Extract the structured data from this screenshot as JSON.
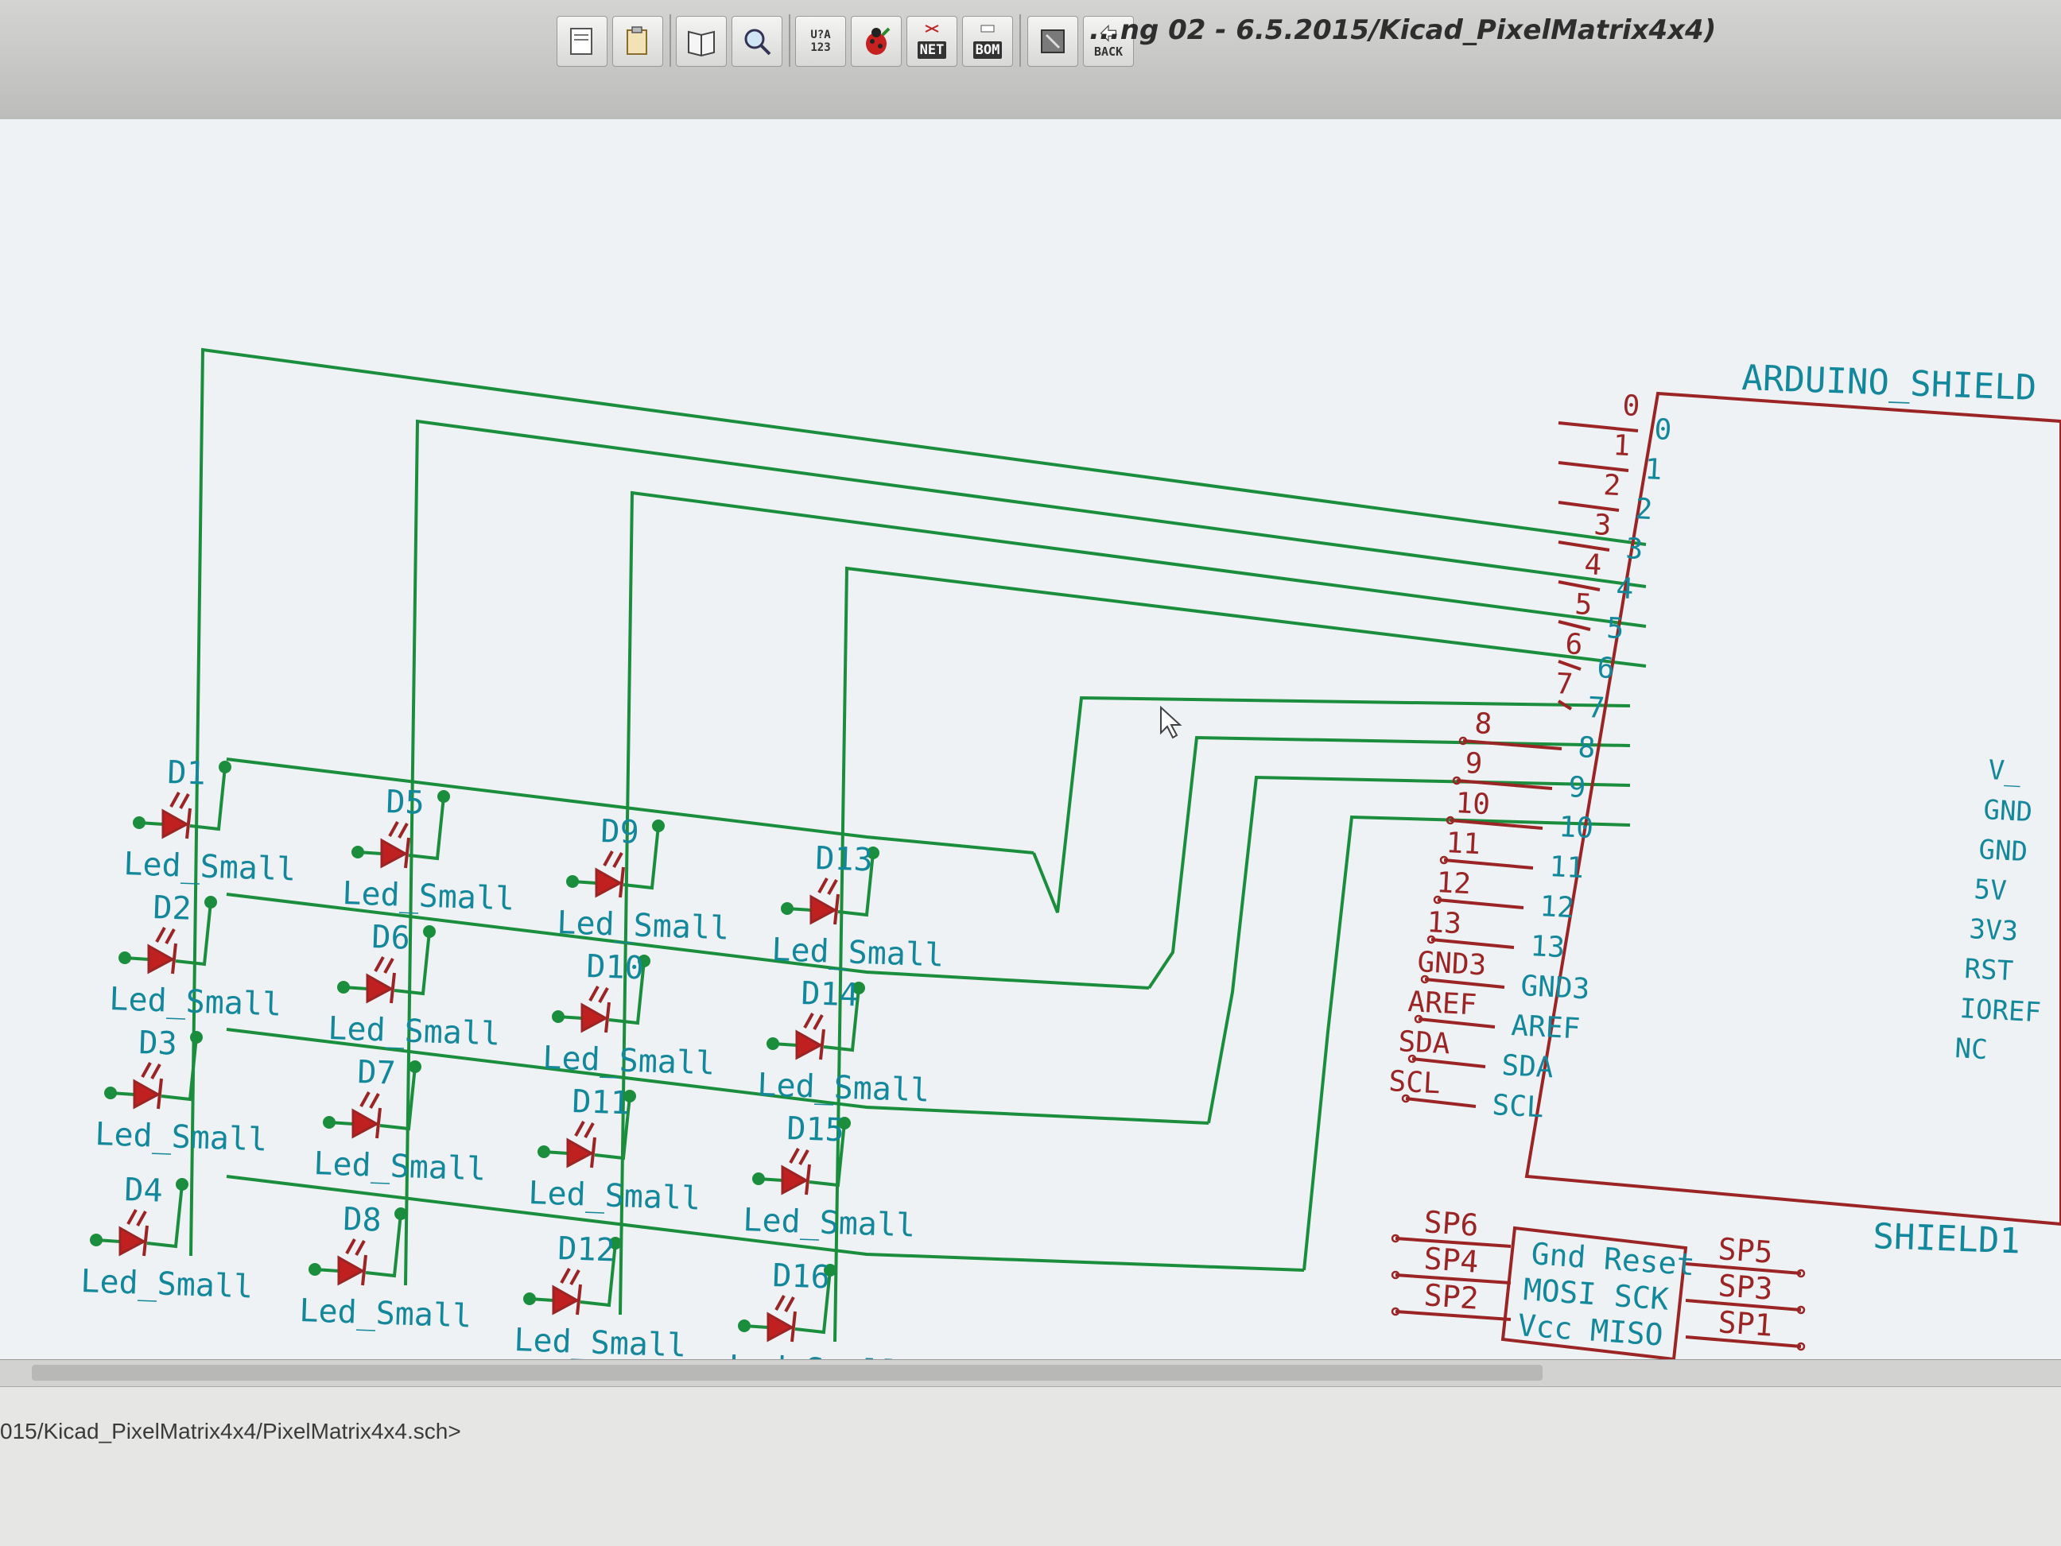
{
  "window": {
    "title": "...ng 02 - 6.5.2015/Kicad_PixelMatrix4x4)"
  },
  "toolbar": {
    "buttons": [
      {
        "name": "netlist-button",
        "label": "NET"
      },
      {
        "name": "bom-button",
        "label": "BOM"
      },
      {
        "name": "back-button",
        "label": "BACK"
      }
    ],
    "annotate_label": "U?A",
    "annotate_sub": "123"
  },
  "schematic": {
    "leds": [
      {
        "ref": "D1",
        "value": "Led_Small"
      },
      {
        "ref": "D2",
        "value": "Led_Small"
      },
      {
        "ref": "D3",
        "value": "Led_Small"
      },
      {
        "ref": "D4",
        "value": "Led_Small"
      },
      {
        "ref": "D5",
        "value": "Led_Small"
      },
      {
        "ref": "D6",
        "value": "Led_Small"
      },
      {
        "ref": "D7",
        "value": "Led_Small"
      },
      {
        "ref": "D8",
        "value": "Led_Small"
      },
      {
        "ref": "D9",
        "value": "Led_Small"
      },
      {
        "ref": "D10",
        "value": "Led_Small"
      },
      {
        "ref": "D11",
        "value": "Led_Small"
      },
      {
        "ref": "D12",
        "value": "Led_Small"
      },
      {
        "ref": "D13",
        "value": "Led_Small"
      },
      {
        "ref": "D14",
        "value": "Led_Small"
      },
      {
        "ref": "D15",
        "value": "Led_Small"
      },
      {
        "ref": "D16",
        "value": "Led_Small"
      }
    ],
    "shield": {
      "value": "ARDUINO_SHIELD",
      "reference": "SHIELD1",
      "left_pins": [
        {
          "num": "0",
          "name": "0"
        },
        {
          "num": "1",
          "name": "1"
        },
        {
          "num": "2",
          "name": "2"
        },
        {
          "num": "3",
          "name": "3"
        },
        {
          "num": "4",
          "name": "4"
        },
        {
          "num": "5",
          "name": "5"
        },
        {
          "num": "6",
          "name": "6"
        },
        {
          "num": "7",
          "name": "7"
        },
        {
          "num": "8",
          "name": "8"
        },
        {
          "num": "9",
          "name": "9"
        },
        {
          "num": "10",
          "name": "10"
        },
        {
          "num": "11",
          "name": "11"
        },
        {
          "num": "12",
          "name": "12"
        },
        {
          "num": "13",
          "name": "13"
        },
        {
          "num": "GND3",
          "name": "GND3"
        },
        {
          "num": "AREF",
          "name": "AREF"
        },
        {
          "num": "SDA",
          "name": "SDA"
        },
        {
          "num": "SCL",
          "name": "SCL"
        }
      ],
      "right_names": [
        "V_",
        "GND",
        "GND",
        "5V",
        "3V3",
        "RST",
        "IOREF",
        "NC"
      ]
    },
    "icsp": {
      "row1": "Gnd Reset",
      "row2": "MOSI SCK",
      "row3": "Vcc  MISO",
      "left_pins": [
        "SP6",
        "SP4",
        "SP2"
      ],
      "right_pins": [
        "SP5",
        "SP3",
        "SP1"
      ]
    }
  },
  "status": {
    "path": "015/Kicad_PixelMatrix4x4/PixelMatrix4x4.sch>"
  },
  "colors": {
    "wire": "#1a8e3c",
    "part": "#9b2424",
    "text": "#13879b",
    "canvas": "#eef2f4"
  }
}
